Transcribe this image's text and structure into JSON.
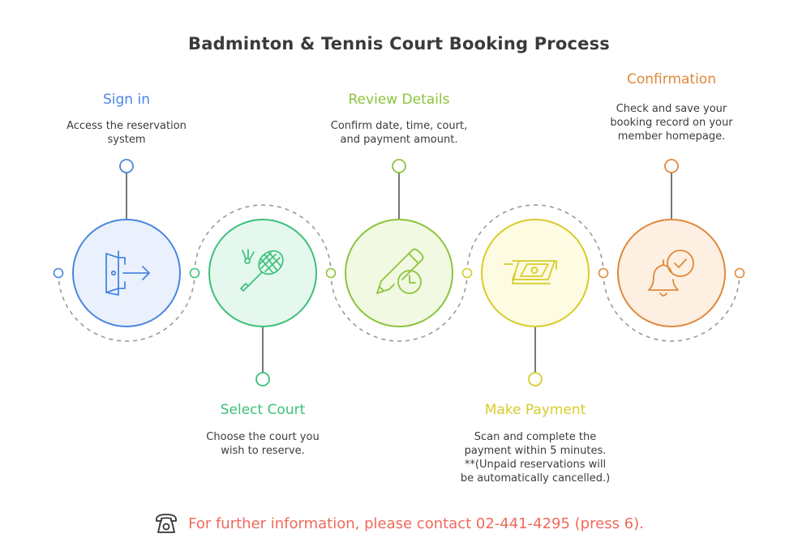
{
  "title": "Badminton & Tennis Court Booking Process",
  "steps": [
    {
      "title": "Sign in",
      "description": "Access the reservation\nsystem",
      "color": "#4a86e0",
      "fill": "#eaf1fc",
      "icon": "sign-in-door-icon"
    },
    {
      "title": "Select Court",
      "description": "Choose the court you\nwish to reserve.",
      "color": "#3cc07a",
      "fill": "#e5f8ee",
      "icon": "racket-shuttlecock-icon"
    },
    {
      "title": "Review Details",
      "description": "Confirm date, time, court,\nand payment amount.",
      "color": "#8cc43c",
      "fill": "#f1f9e2",
      "icon": "pencil-clock-icon"
    },
    {
      "title": "Make Payment",
      "description": "Scan and complete the\npayment within 5 minutes.\n**(Unpaid reservations will\nbe automatically cancelled.)",
      "color": "#d8cc2a",
      "fill": "#fdfbe1",
      "icon": "cash-scan-icon"
    },
    {
      "title": "Confirmation",
      "description": "Check and save your\nbooking record on your\nmember homepage.",
      "color": "#e0893a",
      "fill": "#fdf0e3",
      "icon": "bell-check-icon"
    }
  ],
  "footer": {
    "icon": "telephone-icon",
    "text": "For further information, please contact 02-441-4295 (press 6).",
    "color": "#ee6a5a"
  }
}
